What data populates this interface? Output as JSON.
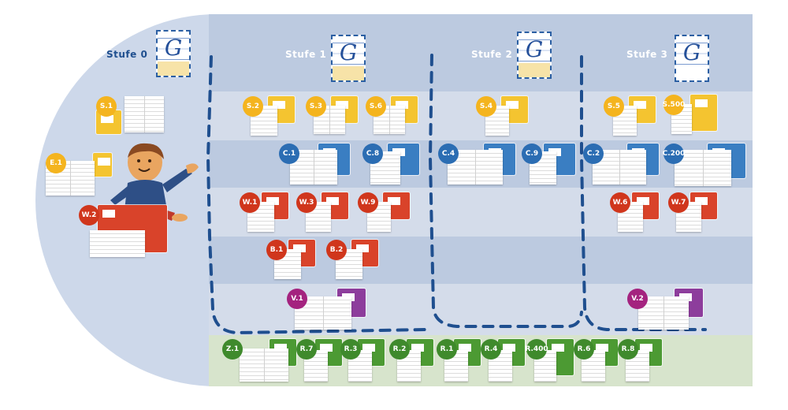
{
  "levels": [
    {
      "id": "stufe-0",
      "label": "Stufe 0",
      "letter": "G"
    },
    {
      "id": "stufe-1",
      "label": "Stufe 1",
      "letter": "G"
    },
    {
      "id": "stufe-2",
      "label": "Stufe 2",
      "letter": "G"
    },
    {
      "id": "stufe-3",
      "label": "Stufe 3",
      "letter": "G"
    }
  ],
  "books": {
    "s1": {
      "code": "S.1",
      "color": "yellow"
    },
    "e1": {
      "code": "E.1",
      "color": "yellow"
    },
    "w2": {
      "code": "W.2",
      "color": "red"
    },
    "s2": {
      "code": "S.2",
      "color": "yellow"
    },
    "s3": {
      "code": "S.3",
      "color": "yellow"
    },
    "s6": {
      "code": "S.6",
      "color": "yellow"
    },
    "s4": {
      "code": "S.4",
      "color": "yellow"
    },
    "s5": {
      "code": "S.5",
      "color": "yellow"
    },
    "s500": {
      "code": "S.500",
      "color": "yellow"
    },
    "c1": {
      "code": "C.1",
      "color": "blue"
    },
    "c8": {
      "code": "C.8",
      "color": "blue"
    },
    "c4": {
      "code": "C.4",
      "color": "blue"
    },
    "c9": {
      "code": "C.9",
      "color": "blue"
    },
    "c2": {
      "code": "C.2",
      "color": "blue"
    },
    "c200": {
      "code": "C.200",
      "color": "blue"
    },
    "w1": {
      "code": "W.1",
      "color": "red"
    },
    "w3": {
      "code": "W.3",
      "color": "red"
    },
    "w9": {
      "code": "W.9",
      "color": "red"
    },
    "w6": {
      "code": "W.6",
      "color": "red"
    },
    "w7": {
      "code": "W.7",
      "color": "red"
    },
    "b1": {
      "code": "B.1",
      "color": "red"
    },
    "b2": {
      "code": "B.2",
      "color": "red"
    },
    "v1": {
      "code": "V.1",
      "color": "purple"
    },
    "v2": {
      "code": "V.2",
      "color": "purple"
    },
    "z1": {
      "code": "Z.1",
      "color": "green"
    },
    "r7": {
      "code": "R.7",
      "color": "green"
    },
    "r3": {
      "code": "R.3",
      "color": "green"
    },
    "r2": {
      "code": "R.2",
      "color": "green"
    },
    "r1": {
      "code": "R.1",
      "color": "green"
    },
    "r4": {
      "code": "R.4",
      "color": "green"
    },
    "r400": {
      "code": "R.400",
      "color": "green"
    },
    "r6": {
      "code": "R.6",
      "color": "green"
    },
    "r8": {
      "code": "R.8",
      "color": "green"
    }
  },
  "colors": {
    "yellow": "#f4c430",
    "blue": "#3a7ec2",
    "red": "#d9432a",
    "purple": "#8d3d9c",
    "green": "#4c9a33",
    "level_dash": "#1f4f8f"
  }
}
